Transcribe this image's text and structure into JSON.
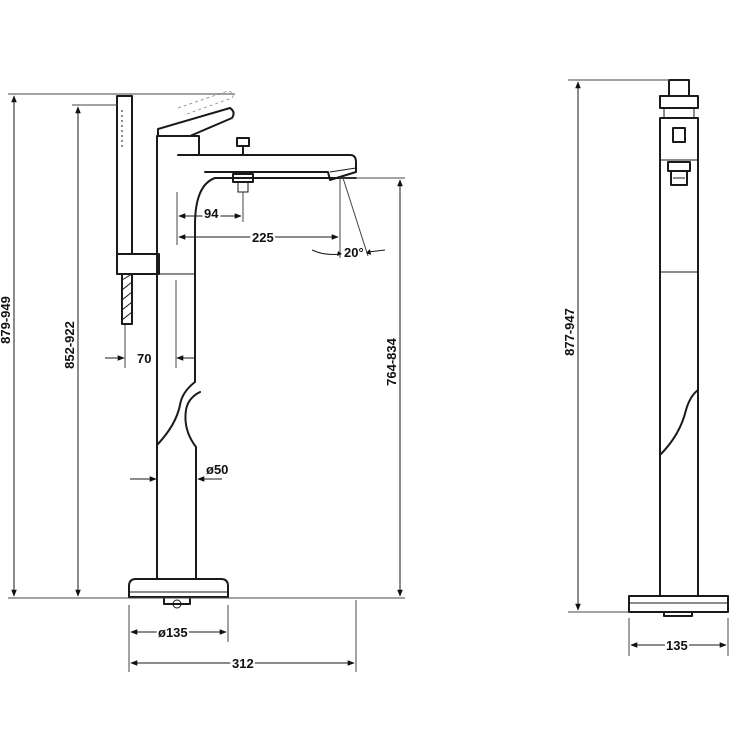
{
  "dimensions": {
    "total_height_front": "879-949",
    "hand_shower_height": "852-922",
    "spout_height": "764-834",
    "total_height_side": "877-947",
    "holder_offset": "70",
    "diverter_offset": "94",
    "spout_projection": "225",
    "spout_angle": "20°",
    "pipe_diameter": "ø50",
    "base_diameter": "ø135",
    "overall_width": "312",
    "side_base_width": "135"
  }
}
